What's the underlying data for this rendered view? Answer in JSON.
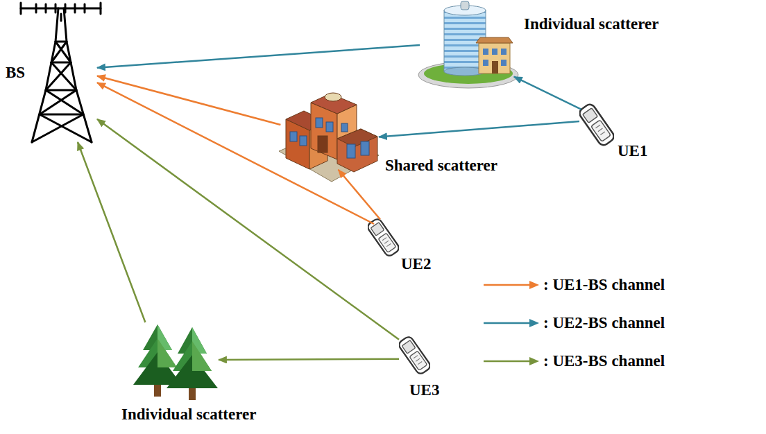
{
  "diagram": {
    "nodes": [
      {
        "text": [
          "BS"
        ]
      },
      {
        "text": [
          "Individual scatterer"
        ]
      },
      {
        "text": [
          "Shared scatterer"
        ]
      },
      {
        "text": [
          "UE1"
        ]
      },
      {
        "text": [
          "UE2"
        ]
      },
      {
        "text": [
          "UE3"
        ]
      },
      {
        "text": [
          "Individual scatterer"
        ]
      }
    ],
    "edges": [
      {
        "from": 3,
        "to": 1,
        "arrow": "to"
      },
      {
        "from": 1,
        "to": 0,
        "arrow": "to"
      },
      {
        "from": 3,
        "to": 2,
        "arrow": "to"
      },
      {
        "from": 2,
        "to": 0,
        "arrow": "to"
      },
      {
        "from": 4,
        "to": 2,
        "arrow": "to"
      },
      {
        "from": 4,
        "to": 0,
        "arrow": "to"
      },
      {
        "from": 5,
        "to": 6,
        "arrow": "to"
      },
      {
        "from": 6,
        "to": 0,
        "arrow": "to"
      },
      {
        "from": 5,
        "to": 0,
        "arrow": "to"
      }
    ],
    "legend": [
      {
        "text": ": UE1-BS channel"
      },
      {
        "text": ": UE2-BS channel"
      },
      {
        "text": ": UE3-BS channel"
      }
    ]
  }
}
